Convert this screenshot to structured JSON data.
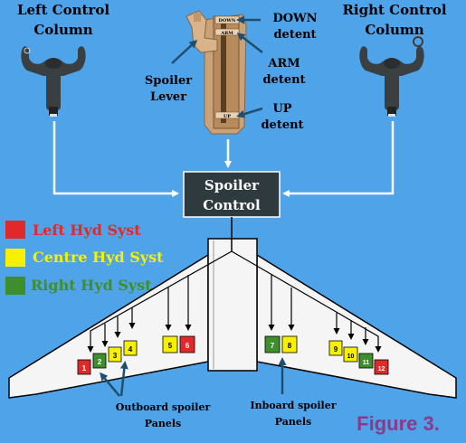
{
  "colors": {
    "background": "#4fa3e8",
    "left_hyd": "#e02a2a",
    "centre_hyd": "#f7f000",
    "right_hyd": "#3e8e2e",
    "control_box": "#2f3a3e",
    "figure_label": "#8b3a8b",
    "wing": "#f5f5f5"
  },
  "labels": {
    "left_column": [
      "Left Control",
      "Column"
    ],
    "right_column": [
      "Right Control",
      "Column"
    ],
    "spoiler_lever": [
      "Spoiler",
      "Lever"
    ],
    "down_detent": [
      "DOWN",
      "detent"
    ],
    "arm_detent": [
      "ARM",
      "detent"
    ],
    "up_detent": [
      "UP",
      "detent"
    ],
    "lever_down": "DOWN",
    "lever_arm": "ARM",
    "lever_up": "UP",
    "spoiler_control": [
      "Spoiler",
      "Control"
    ],
    "outboard": [
      "Outboard spoiler",
      "Panels"
    ],
    "inboard": [
      "Inboard spoiler",
      "Panels"
    ],
    "figure": "Figure 3."
  },
  "legend": [
    {
      "label": "Left Hyd Syst",
      "color": "#e02a2a"
    },
    {
      "label": "Centre Hyd Syst",
      "color": "#f7f000"
    },
    {
      "label": "Right Hyd Syst",
      "color": "#3e8e2e"
    }
  ],
  "panels": [
    {
      "num": "1",
      "system": "left"
    },
    {
      "num": "2",
      "system": "right"
    },
    {
      "num": "3",
      "system": "centre"
    },
    {
      "num": "4",
      "system": "centre"
    },
    {
      "num": "5",
      "system": "centre"
    },
    {
      "num": "6",
      "system": "left"
    },
    {
      "num": "7",
      "system": "right"
    },
    {
      "num": "8",
      "system": "centre"
    },
    {
      "num": "9",
      "system": "centre"
    },
    {
      "num": "10",
      "system": "centre"
    },
    {
      "num": "11",
      "system": "right"
    },
    {
      "num": "12",
      "system": "left"
    }
  ]
}
